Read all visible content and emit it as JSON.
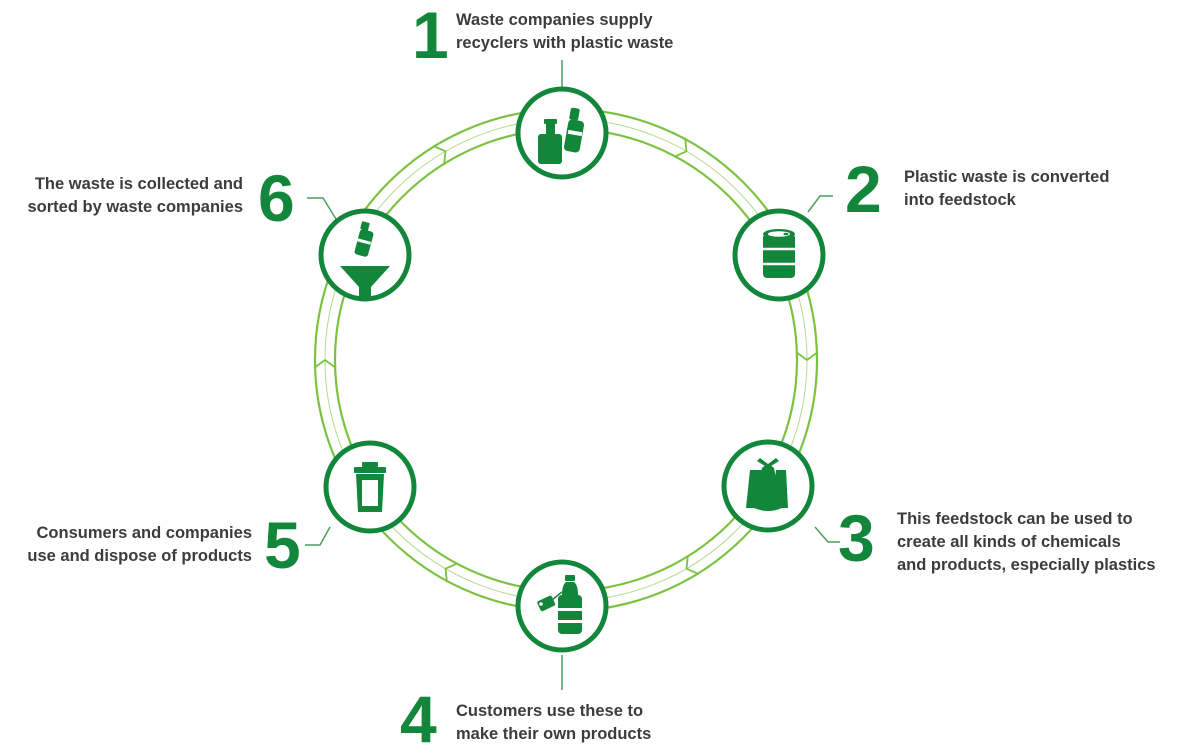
{
  "colors": {
    "primary_green": "#12873b",
    "light_green": "#7cc242",
    "text": "#3c3c3c"
  },
  "steps": [
    {
      "number": "1",
      "lines": [
        "Waste companies supply",
        "recyclers with plastic waste"
      ],
      "icon": "plastic-bottles-icon"
    },
    {
      "number": "2",
      "lines": [
        "Plastic waste is converted",
        "into feedstock"
      ],
      "icon": "oil-barrel-icon"
    },
    {
      "number": "3",
      "lines": [
        "This feedstock can be used to",
        "create all kinds of chemicals",
        "and products, especially plastics"
      ],
      "icon": "plastic-bags-icon"
    },
    {
      "number": "4",
      "lines": [
        "Customers use these to",
        "make their own products"
      ],
      "icon": "tagged-bottle-icon"
    },
    {
      "number": "5",
      "lines": [
        "Consumers and companies",
        "use and dispose of products"
      ],
      "icon": "trash-bin-icon"
    },
    {
      "number": "6",
      "lines": [
        "The waste is collected and",
        "sorted by waste companies"
      ],
      "icon": "bottle-funnel-icon"
    }
  ]
}
